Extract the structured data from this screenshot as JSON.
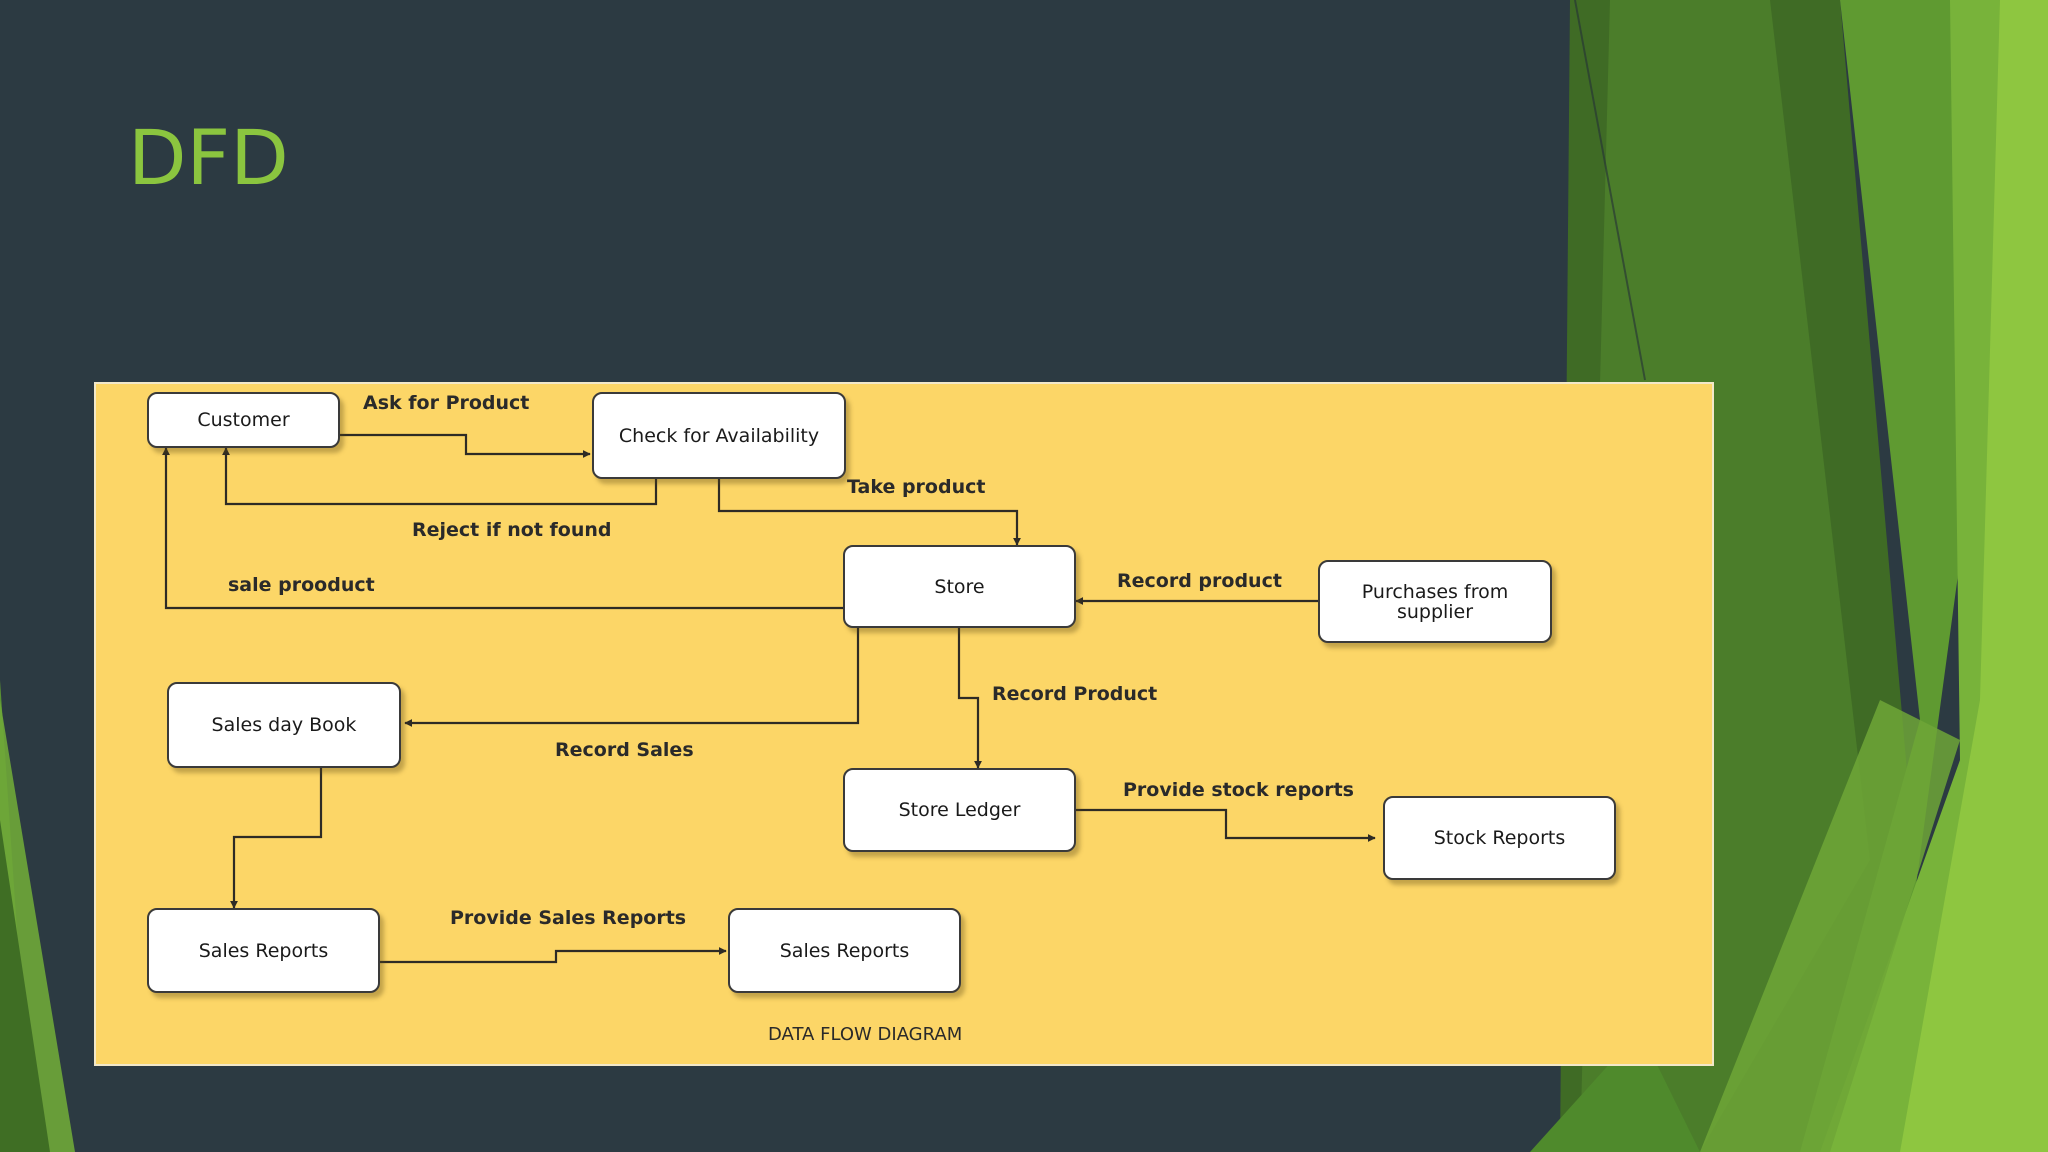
{
  "slide": {
    "title": "DFD",
    "colors": {
      "background": "#2c3a42",
      "title": "#8bc53f",
      "panel": "#fcd667",
      "accent_green_light": "#8dc63f",
      "accent_green_dark": "#3e6b22"
    }
  },
  "diagram": {
    "caption": "DATA FLOW DIAGRAM",
    "nodes": {
      "customer": "Customer",
      "check_availability": "Check for Availability",
      "store": "Store",
      "purchases_supplier": "Purchases from supplier",
      "sales_day_book": "Sales day Book",
      "store_ledger": "Store Ledger",
      "stock_reports": "Stock Reports",
      "sales_reports_left": "Sales Reports",
      "sales_reports_right": "Sales Reports"
    },
    "flows": {
      "ask_for_product": "Ask for Product",
      "take_product": "Take product",
      "reject_if_not_found": "Reject if not found",
      "sale_product": "sale prooduct",
      "record_product_in": "Record product",
      "record_product_down": "Record Product",
      "record_sales": "Record Sales",
      "provide_stock_reports": "Provide stock reports",
      "provide_sales_reports": "Provide Sales Reports"
    }
  }
}
